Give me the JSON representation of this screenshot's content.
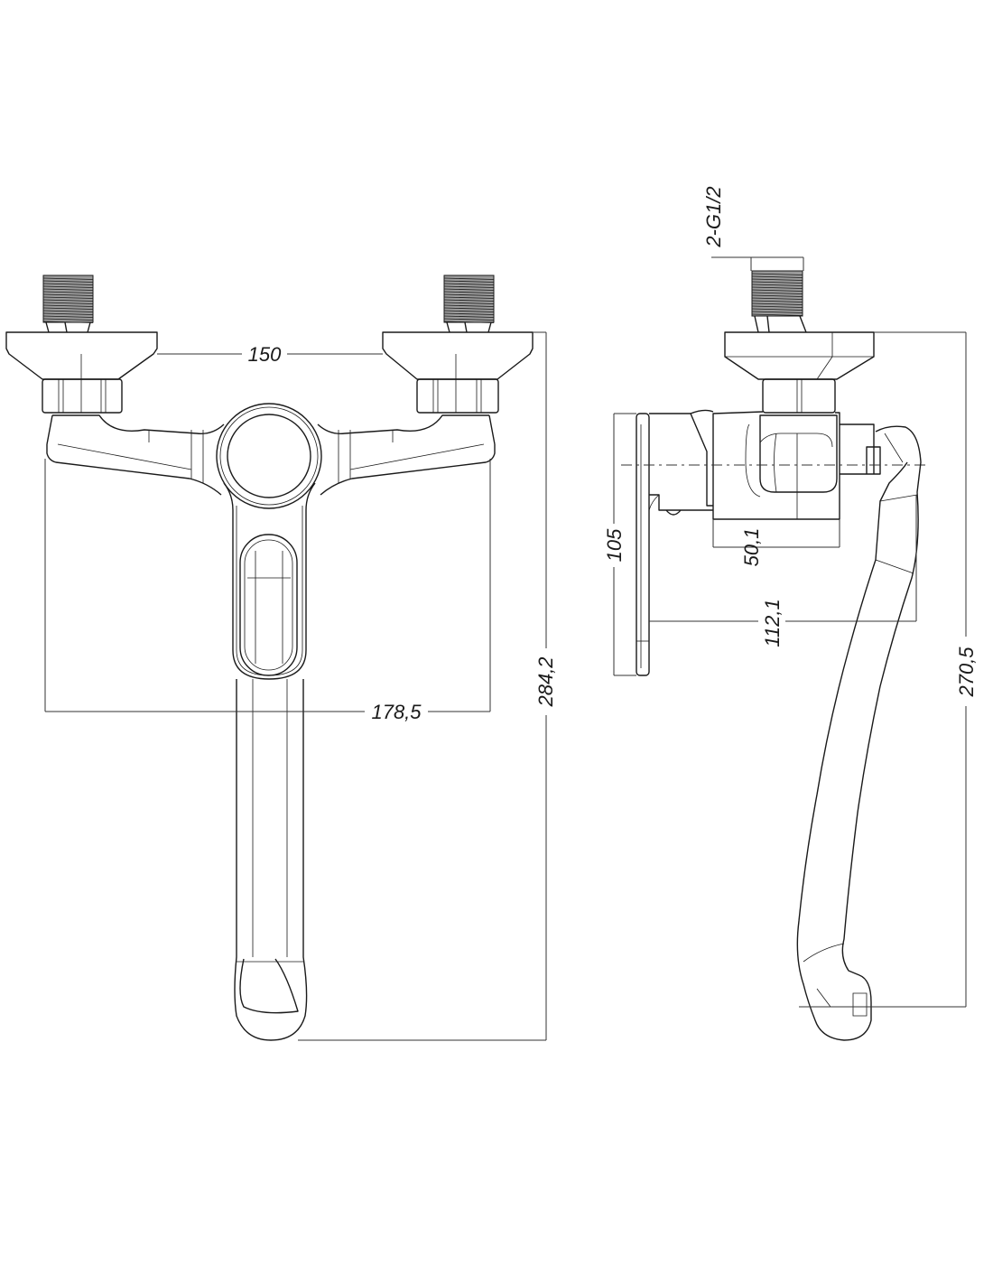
{
  "drawing": {
    "front_view": {
      "dimensions": {
        "inlet_spacing": "150",
        "body_width": "178,5",
        "total_height": "284,2"
      }
    },
    "side_view": {
      "dimensions": {
        "thread_spec": "2-G1/2",
        "wall_plate_height": "105",
        "body_depth": "50,1",
        "spout_projection": "112,1",
        "spout_height": "270,5"
      }
    },
    "line_color": "#1a1a1a",
    "background": "#ffffff"
  }
}
